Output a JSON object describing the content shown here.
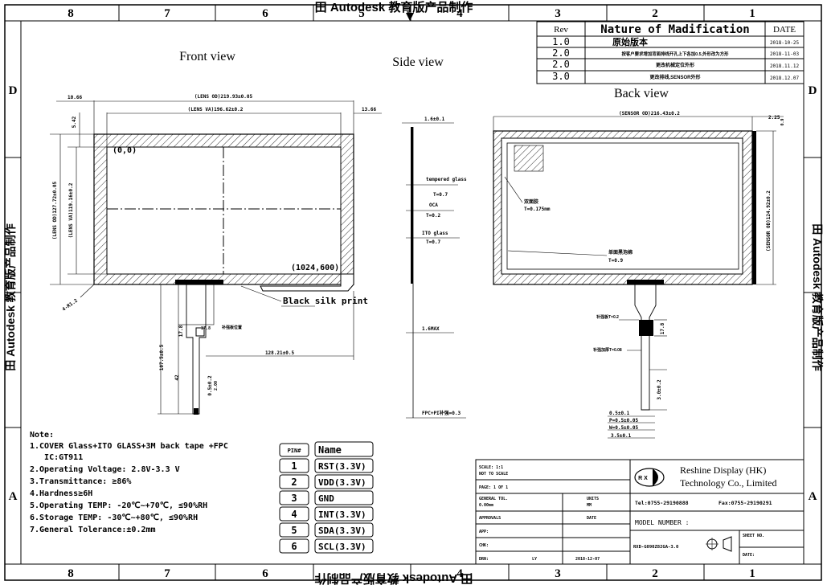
{
  "border": {
    "columns": [
      "8",
      "7",
      "6",
      "5",
      "4",
      "3",
      "2",
      "1"
    ],
    "rows_left": [
      "D",
      "A"
    ],
    "rows_right": [
      "D",
      "A"
    ],
    "watermark_top": "田 Autodesk 教育版产品制作",
    "watermark_bottom": "田 Autodesk 教育版产品制作",
    "watermark_left": "田 Autodesk 教育版产品制作",
    "watermark_right": "田 Autodesk 教育版产品制作"
  },
  "revisions": {
    "headers": [
      "Rev",
      "Nature of Madification",
      "DATE"
    ],
    "rows": [
      [
        "1.0",
        "原始版本",
        "2018-10-25"
      ],
      [
        "2.0",
        "按客户要求增加背面排线开孔上下各加0.5,外形改为方形",
        "2018-11-03"
      ],
      [
        "2.0",
        "更改机械定位外形",
        "2018.11.12"
      ],
      [
        "3.0",
        "更改排线,SENSOR外形",
        "2018.12.07"
      ]
    ]
  },
  "views": {
    "front": "Front view",
    "side": "Side view",
    "back": "Back view"
  },
  "front_dims": {
    "left_margin": "10.66",
    "lens_od_width": "(LENS OD)219.93±0.05",
    "lens_va_width": "(LENS VA)196.62±0.2",
    "right_margin": "13.66",
    "top_margin": "5.42",
    "lens_od_height": "(LENS OD)127.72±0.05",
    "lens_va_height": "(LENS VA)119.16±0.2",
    "origin": "(0,0)",
    "end": "(1024,600)",
    "corner": "4-R1.2",
    "silk": "Black silk print",
    "fpc_len": "107.5±0.5",
    "fpc_a": "17.8",
    "fpc_b": "42",
    "fpc_pitch": "0.5±0.2",
    "fpc_pad": "2.00",
    "fpc_pos": "128.21±0.5",
    "ic": "补强板位置"
  },
  "side_dims": {
    "thickness": "1.6±0.1",
    "tempered_label": "tempered glass",
    "tempered_t": "T=0.7",
    "oca_label": "OCA",
    "oca_t": "T=0.2",
    "ito_label": "ITO glass",
    "ito_t": "T=0.7",
    "max": "1.6MAX",
    "fpc": "FPC+PI补强=0.3"
  },
  "back_dims": {
    "sensor_od_width": "(SENSOR OD)216.43±0.2",
    "right_gap": "2.25",
    "right_gap2": "0.9",
    "sensor_od_height": "(SENSOR OD)124.92±0.2",
    "double_tape": "双面胶",
    "double_tape_t": "T=0.175mm",
    "foam": "单面黑泡棉",
    "foam_t": "T=0.9",
    "fpc_stiff": "补强板T=0.2",
    "fpc_stiff_len": "17.8",
    "stiff_thick": "补强加厚T=0.08",
    "fpc_w": "3.0±0.2",
    "pin_w": "0.5±0.1",
    "pitch1": "P=0.5±0.05",
    "pitch2": "W=0.5±0.05",
    "total": "3.5±0.1"
  },
  "notes": {
    "title": "Note:",
    "lines": [
      "1.COVER Glass+ITO GLASS+3M back tape +FPC",
      "   IC:GT911",
      "2.Operating Voltage: 2.8V-3.3 V",
      "3.Transmittance: ≥86%",
      "4.Hardness≥6H",
      "5.Operating TEMP: -20℃~+70℃, ≤90%RH",
      "6.Storage TEMP: -30℃~+80℃, ≤90%RH",
      "7.General Tolerance:±0.2mm"
    ]
  },
  "pins": {
    "headers": [
      "PIN#",
      "Name"
    ],
    "rows": [
      [
        "1",
        "RST(3.3V)"
      ],
      [
        "2",
        "VDD(3.3V)"
      ],
      [
        "3",
        "GND"
      ],
      [
        "4",
        "INT(3.3V)"
      ],
      [
        "5",
        "SDA(3.3V)"
      ],
      [
        "6",
        "SCL(3.3V)"
      ]
    ]
  },
  "title_block": {
    "scale": "SCALE: 1:1",
    "scale2": "NOT TO SCALE",
    "page": "PAGE: 1 OF 1",
    "tol": "GENERAL TOL.",
    "tol_v": "0.00mm",
    "units": "UNITS",
    "units_v": "MM",
    "approvals": "APPROVALS",
    "date": "DATE",
    "app": "APP:",
    "chk": "CHK:",
    "drn": "DRN:",
    "drn_v": "LY",
    "drn_date": "2018-12-07",
    "company1": "Reshine Display (HK)",
    "company2": "Technology Co., Limited",
    "logo": "R X",
    "tel": "Tel:0755-29190888",
    "fax": "Fax:0755-29190291",
    "model_label": "MODEL NUMBER :",
    "model": "RXD-G090Z82GA-3.0",
    "sheet": "SHEET NO.",
    "date_label": "DATE:"
  }
}
